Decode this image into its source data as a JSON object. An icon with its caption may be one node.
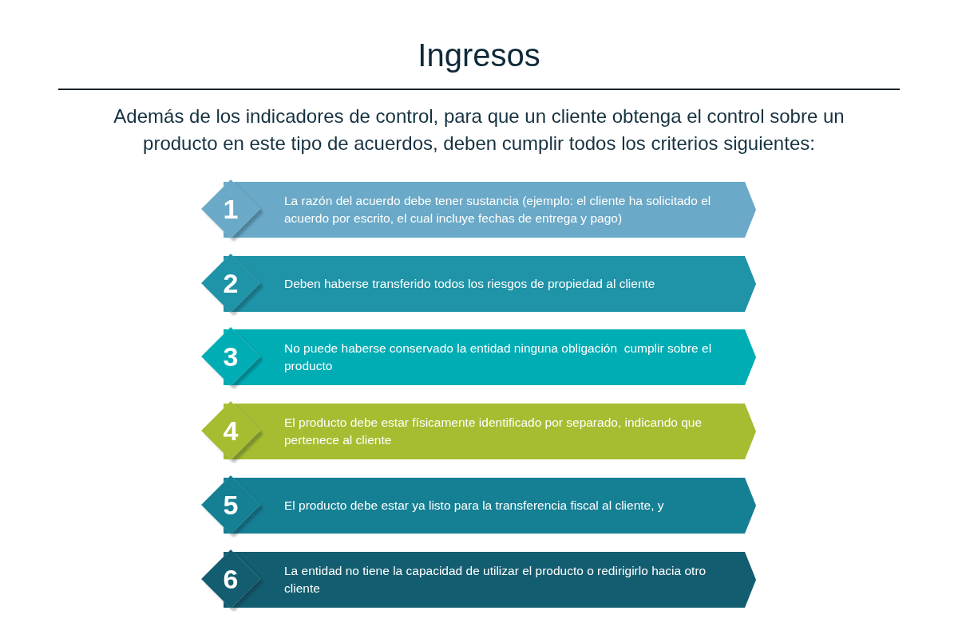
{
  "diagram": {
    "title": "Ingresos",
    "nodes": [
      {
        "text": [
          "1"
        ]
      },
      {
        "text": [
          "La razón del acuerdo debe tener sustancia (ejemplo: el cliente ha solicitado el acuerdo por escrito, el cual incluye fechas de entrega y pago)"
        ]
      },
      {
        "text": [
          "2"
        ]
      },
      {
        "text": [
          "Deben haberse transferido todos los riesgos de propiedad al cliente"
        ]
      },
      {
        "text": [
          "3"
        ]
      },
      {
        "text": [
          "No puede haberse conservado la entidad ninguna obligación  cumplir sobre el producto"
        ]
      },
      {
        "text": [
          "4"
        ]
      },
      {
        "text": [
          "El producto debe estar físicamente identificado por separado, indicando que pertenece al cliente"
        ]
      },
      {
        "text": [
          "5"
        ]
      },
      {
        "text": [
          "El producto debe estar ya listo para la transferencia fiscal al cliente, y"
        ]
      },
      {
        "text": [
          "6"
        ]
      },
      {
        "text": [
          "La entidad no tiene la capacidad de utilizar el producto o redirigirlo hacia otro cliente"
        ]
      }
    ],
    "labels": [
      "Además de los indicadores de control, para que un cliente obtenga el control sobre un producto en este tipo de acuerdos, deben cumplir todos los criterios siguientes:"
    ]
  }
}
